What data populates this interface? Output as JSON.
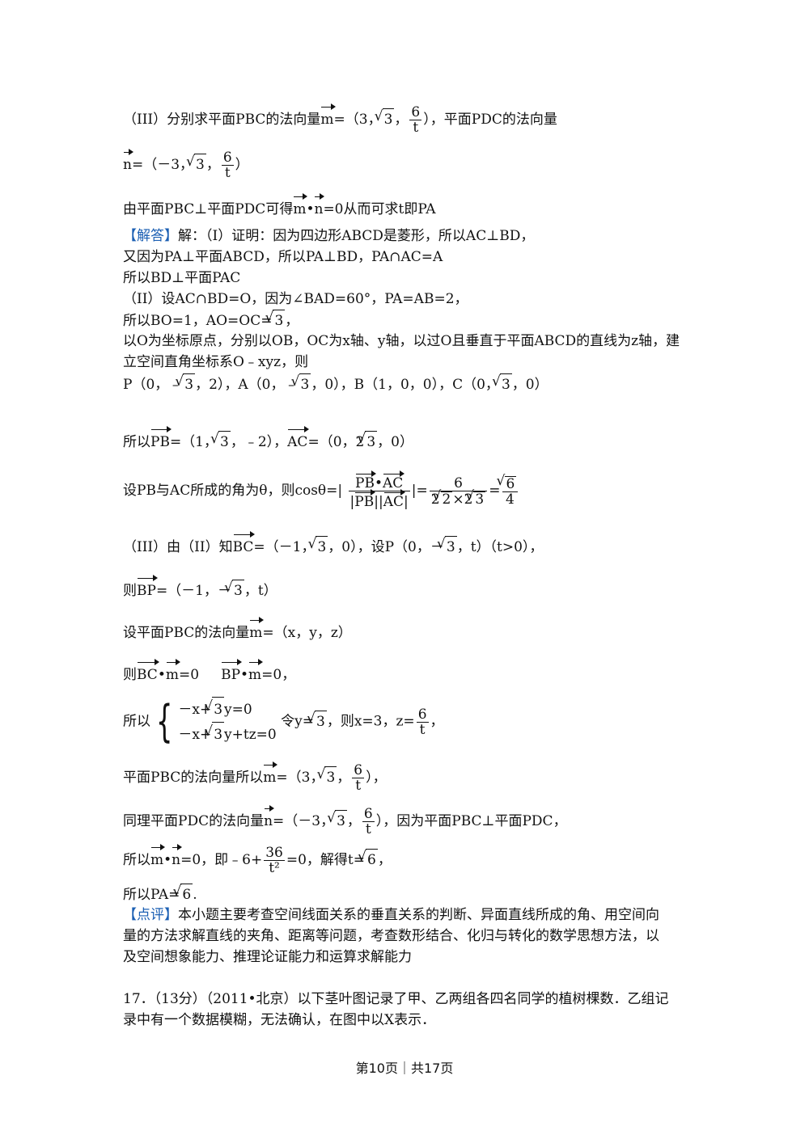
{
  "l1": {
    "a": "（III）分别求平面PBC的法向量",
    "m": "m",
    "b": "=（3，",
    "r3": "3",
    "c": "，",
    "num": "6",
    "den": "t",
    "d": "），平面PDC的法向量"
  },
  "l2": {
    "n": "n",
    "a": "=（－3，",
    "r3": "3",
    "c": "，",
    "num": "6",
    "den": "t",
    "d": "）"
  },
  "l3": {
    "a": "由平面PBC⊥平面PDC可得",
    "m": "m",
    "dot": "•",
    "n": "n",
    "b": "=0从而可求t即PA"
  },
  "answer": {
    "tag": "【解答】",
    "a": "解：（I）证明：因为四边形ABCD是菱形，所以AC⊥BD，"
  },
  "l5": "又因为PA⊥平面ABCD，所以PA⊥BD，PA∩AC=A",
  "l6": "所以BD⊥平面PAC",
  "l7": "（II）设AC∩BD=O，因为∠BAD=60°，PA=AB=2，",
  "l8": {
    "a": "所以BO=1，AO=OC=",
    "r": "3",
    "b": "，"
  },
  "l9": "以O为坐标原点，分别以OB，OC为x轴、y轴，以过O且垂直于平面ABCD的直线为z轴，建",
  "l10": "立空间直角坐标系O﹣xyz，则",
  "l11": {
    "a": "P（0，﹣",
    "r1": "3",
    "b": "，2），A（0，﹣",
    "r2": "3",
    "c": "，0），B（1，0，0），C（0，",
    "r3": "3",
    "d": "，0）"
  },
  "l12": {
    "a": "所以",
    "pb": "PB",
    "b": "=（1，",
    "r1": "3",
    "c": "，﹣2），",
    "ac": "AC",
    "d": "=（0，2",
    "r2": "3",
    "e": "，0）"
  },
  "l13": {
    "a": "设PB与AC所成的角为θ，则cosθ=|",
    "pb": "PB",
    "dot": "•",
    "ac": "AC",
    "bar": "|",
    "pb2": "PB",
    "ac2": "AC",
    "mid": "|=",
    "num": "6",
    "den_a": "2",
    "r2": "2",
    "times": "×2",
    "r3": "3",
    "eq": "=",
    "num2": "6",
    "den2": "4"
  },
  "l14": {
    "a": "（III）由（II）知",
    "bc": "BC",
    "b": "=（－1，",
    "r": "3",
    "c": "，0），设P（0，－",
    "r2": "3",
    "d": "，t）（t>0），"
  },
  "l15": {
    "a": "则",
    "bp": "BP",
    "b": "=（－1，－",
    "r": "3",
    "c": "，t）"
  },
  "l16": {
    "a": "设平面PBC的法向量",
    "m": "m",
    "b": "=（x，y，z）"
  },
  "l17": {
    "a": "则",
    "bc": "BC",
    "dot": "•",
    "m": "m",
    "b": "=0",
    "bp": "BP",
    "m2": "m",
    "c": "=0，"
  },
  "l18": {
    "a": "所以",
    "e1a": "－x+",
    "e1r": "3",
    "e1b": "y=0",
    "e2a": "－x+",
    "e2r": "3",
    "e2b": "y+tz=0",
    "b": "令y=",
    "r": "3",
    "c": "，则x=3，z=",
    "num": "6",
    "den": "t",
    "d": "，"
  },
  "l19": {
    "a": "平面PBC的法向量所以",
    "m": "m",
    "b": "=（3，",
    "r": "3",
    "c": "，",
    "num": "6",
    "den": "t",
    "d": "），"
  },
  "l20": {
    "a": "同理平面PDC的法向量",
    "n": "n",
    "b": "=（－3，",
    "r": "3",
    "c": "，",
    "num": "6",
    "den": "t",
    "d": "），因为平面PBC⊥平面PDC，"
  },
  "l21": {
    "a": "所以",
    "m": "m",
    "n": "n",
    "b": "=0，即﹣6+",
    "num": "36",
    "den": "t²",
    "c": "=0，解得t=",
    "r": "6",
    "d": "，"
  },
  "l22": {
    "a": "所以PA=",
    "r": "6",
    "b": "."
  },
  "review": {
    "tag": "【点评】",
    "a": "本小题主要考查空间线面关系的垂直关系的判断、异面直线所成的角、用空间向"
  },
  "l24": "量的方法求解直线的夹角、距离等问题，考查数形结合、化归与转化的数学思想方法，以",
  "l25": "及空间想象能力、推理论证能力和运算求解能力",
  "q17a": "17．（13分）（2011•北京）以下茎叶图记录了甲、乙两组各四名同学的植树棵数．乙组记",
  "q17b": "录中有一个数据模糊，无法确认，在图中以X表示．",
  "footer": "第10页｜共17页",
  "colors": {
    "tag": "#1b5fb3",
    "text": "#111111"
  }
}
